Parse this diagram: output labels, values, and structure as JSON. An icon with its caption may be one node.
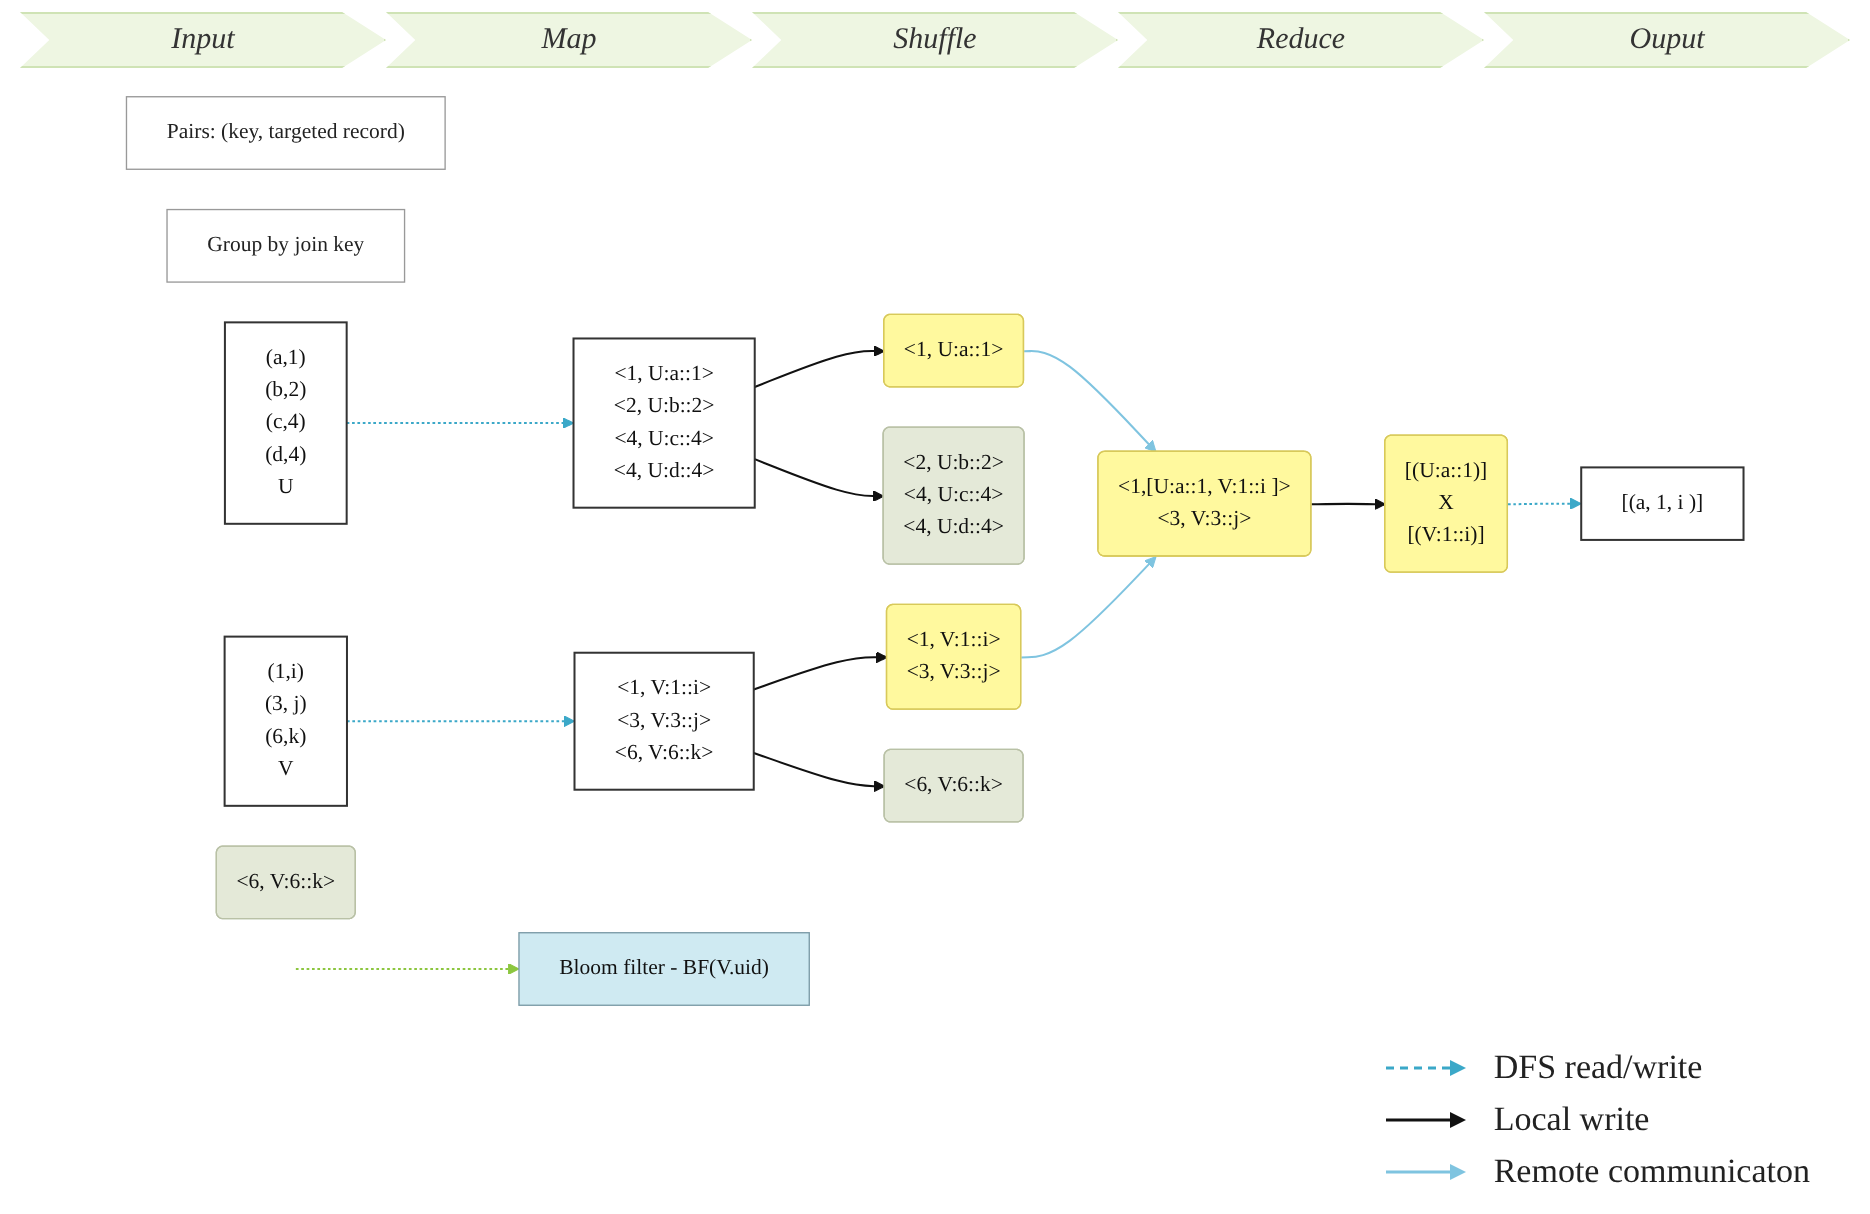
{
  "diagram": {
    "nodes": [
      {
        "text": [
          "Pairs: (key, targeted record)"
        ]
      },
      {
        "text": [
          "Group by join key"
        ]
      },
      {
        "text": [
          "(a,1)",
          "(b,2)",
          "(c,4)",
          "(d,4)",
          "U"
        ]
      },
      {
        "text": [
          "<1, U:a::1>",
          "<2, U:b::2>",
          "<4, U:c::4>",
          "<4, U:d::4>"
        ]
      },
      {
        "text": [
          "<1, U:a::1>"
        ]
      },
      {
        "text": [
          "<2, U:b::2>",
          "<4, U:c::4>",
          "<4, U:d::4>"
        ]
      },
      {
        "text": [
          "(1,i)",
          "(3, j)",
          "(6,k)",
          "V"
        ]
      },
      {
        "text": [
          "<1, V:1::i>",
          "<3, V:3::j>",
          "<6, V:6::k>"
        ]
      },
      {
        "text": [
          "<1, V:1::i>",
          "<3, V:3::j>"
        ]
      },
      {
        "text": [
          "<6, V:6::k>"
        ]
      },
      {
        "text": [
          "<1,[U:a::1, V:1::i ]>",
          "<3, V:3::j>"
        ]
      },
      {
        "text": [
          "<6, V:6::k>"
        ]
      },
      {
        "text": [
          "[(U:a::1)]",
          "X",
          "[(V:1::i)]"
        ]
      },
      {
        "text": [
          "[(a, 1, i )]"
        ]
      },
      {
        "text": [
          "Bloom filter - BF(V.uid)"
        ]
      }
    ],
    "edges": [
      {
        "from": 2,
        "to": 3,
        "arrow": "to",
        "style": "dashed",
        "color": "#3ba8c8"
      },
      {
        "from": 3,
        "to": 4,
        "arrow": "to"
      },
      {
        "from": 3,
        "to": 5,
        "arrow": "to"
      },
      {
        "from": 6,
        "to": 7,
        "arrow": "to",
        "style": "dashed",
        "color": "#3ba8c8"
      },
      {
        "from": 7,
        "to": 8,
        "arrow": "to"
      },
      {
        "from": 7,
        "to": 9,
        "arrow": "to"
      },
      {
        "from": 4,
        "to": 10,
        "arrow": "to",
        "color": "#7fc4e0"
      },
      {
        "from": 8,
        "to": 10,
        "arrow": "to",
        "color": "#7fc4e0"
      },
      {
        "from": 10,
        "to": 12,
        "arrow": "to"
      },
      {
        "from": 12,
        "to": 13,
        "arrow": "to",
        "style": "dashed",
        "color": "#3ba8c8"
      },
      {
        "from": null,
        "to": 14,
        "arrow": "to",
        "style": "dashed",
        "color": "#8cc63f"
      }
    ],
    "labels": [
      "Input",
      "Map",
      "Shuffle",
      "Reduce",
      "Ouput"
    ],
    "legend": [
      {
        "text": "DFS read/write"
      },
      {
        "text": "Local write"
      },
      {
        "text": "Remote communicaton"
      }
    ]
  }
}
